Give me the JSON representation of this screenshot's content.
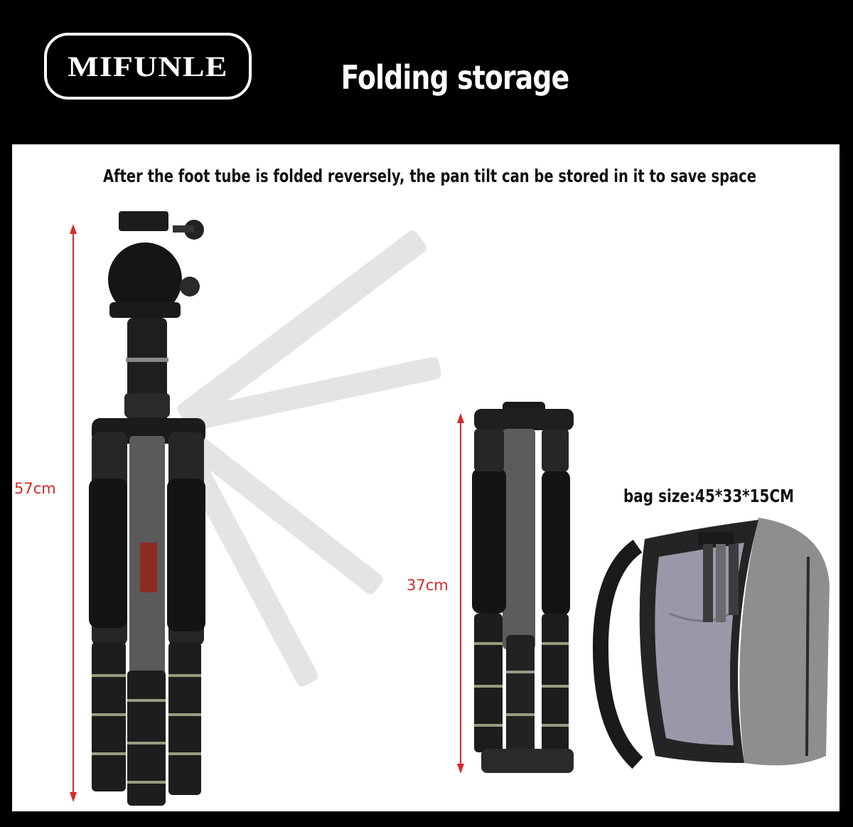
{
  "header": {
    "logo_text": "MIFUNLE",
    "title": "Folding storage"
  },
  "panel": {
    "subtitle": "After the foot tube is folded reversely, the pan tilt can be stored in it to save space",
    "tall_dimension": "57cm",
    "folded_dimension": "37cm",
    "bag_size": "bag size:45*33*15CM"
  },
  "colors": {
    "background": "#000000",
    "panel": "#ffffff",
    "dimension_red": "#d5282a",
    "foam": "#151515",
    "carbon": "#5a5a5a",
    "bag_grey": "#8e8e8e",
    "bag_lining": "#9a98a8"
  }
}
